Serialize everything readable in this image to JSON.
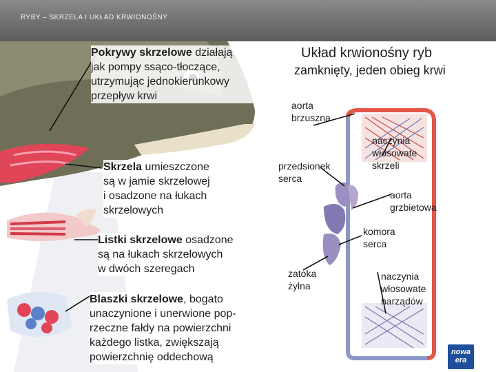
{
  "header": {
    "text": "RYBY – SKRZELA I UKŁAD KRWIONOŚNY"
  },
  "left": {
    "block1": {
      "bold": "Pokrywy skrzelowe",
      "rest_line1": " działają",
      "line2": "jak pompy ssąco-tłoczące,",
      "line3": "utrzymując jednokierunkowy",
      "line4": "przepływ krwi"
    },
    "block2": {
      "bold": "Skrzela",
      "rest_line1": " umieszczone",
      "line2": "są w jamie skrzelowej",
      "line3": "i osadzone na łukach",
      "line4": "skrzelowych"
    },
    "block3": {
      "bold": "Listki skrzelowe",
      "rest_line1": " osadzone",
      "line2": "są na łukach skrzelowych",
      "line3": "w dwóch szeregach"
    },
    "block4": {
      "bold": "Blaszki skrzelowe",
      "rest_line1": ", bogato",
      "line2": "unaczynione i unerwione pop-",
      "line3": "rzeczne fałdy na powierzchni",
      "line4": "każdego listka, zwiększają",
      "line5": "powierzchnię oddechową"
    }
  },
  "right": {
    "title": "Układ krwionośny ryb",
    "subtitle": "zamknięty, jeden obieg krwi",
    "labels": {
      "aorta_brzuszna_1": "aorta",
      "aorta_brzuszna_2": "brzuszna",
      "naczynia_skrzeli_1": "naczynia",
      "naczynia_skrzeli_2": "włosowate",
      "naczynia_skrzeli_3": "skrzeli",
      "przedsionek_1": "przedsionek",
      "przedsionek_2": "serca",
      "aorta_grzbietowa_1": "aorta",
      "aorta_grzbietowa_2": "grzbietowa",
      "komora_1": "komora",
      "komora_2": "serca",
      "zatoka_1": "zatoka",
      "zatoka_2": "żylna",
      "naczynia_narzadow_1": "naczynia",
      "naczynia_narzadow_2": "włosowate",
      "naczynia_narzadow_3": "narządów"
    }
  },
  "logo": {
    "line1": "nowa",
    "line2": "era"
  },
  "colors": {
    "header": "#6f6f6f",
    "artery_red": "#d94a3a",
    "vein_blue": "#6a7fb8",
    "heart_purple": "#8f84b8",
    "fish_body": "#7a7a62",
    "gill_red": "#e0435a",
    "logo_blue": "#1f4f9a"
  }
}
